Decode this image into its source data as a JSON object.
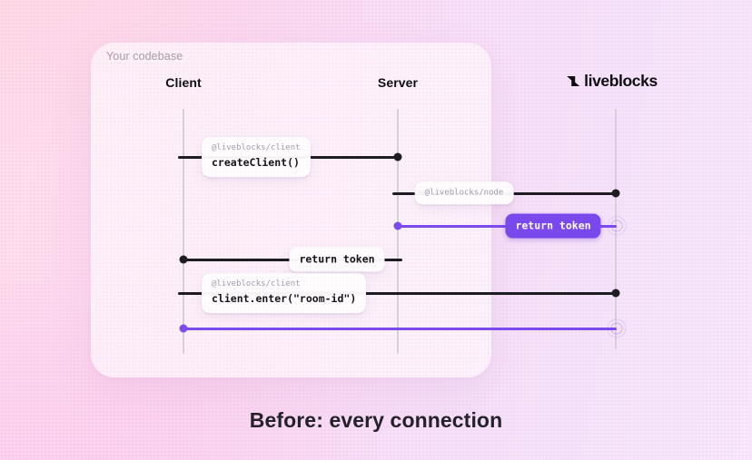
{
  "panel": {
    "label": "Your codebase"
  },
  "lanes": {
    "client": "Client",
    "server": "Server",
    "brand": "liveblocks"
  },
  "caption": "Before: every connection",
  "colors": {
    "purple_line": "#7c4bf0",
    "purple_badge_bg": "#7a49ed",
    "ink": "#1d1c21",
    "lifeline": "#d8d0dc"
  },
  "messages": [
    {
      "package": "@liveblocks/client",
      "code": "createClient()",
      "from": "Client",
      "to": "Server",
      "style": "black"
    },
    {
      "package": "@liveblocks/node",
      "code": "",
      "from": "Server",
      "to": "liveblocks",
      "style": "black"
    },
    {
      "package": "",
      "code": "return token",
      "from": "liveblocks",
      "to": "Server",
      "style": "purple"
    },
    {
      "package": "",
      "code": "return token",
      "from": "Server",
      "to": "Client",
      "style": "black"
    },
    {
      "package": "@liveblocks/client",
      "code": "client.enter(\"room-id\")",
      "from": "Client",
      "to": "liveblocks",
      "style": "black"
    },
    {
      "package": "",
      "code": "",
      "from": "liveblocks",
      "to": "Client",
      "style": "purple"
    }
  ]
}
